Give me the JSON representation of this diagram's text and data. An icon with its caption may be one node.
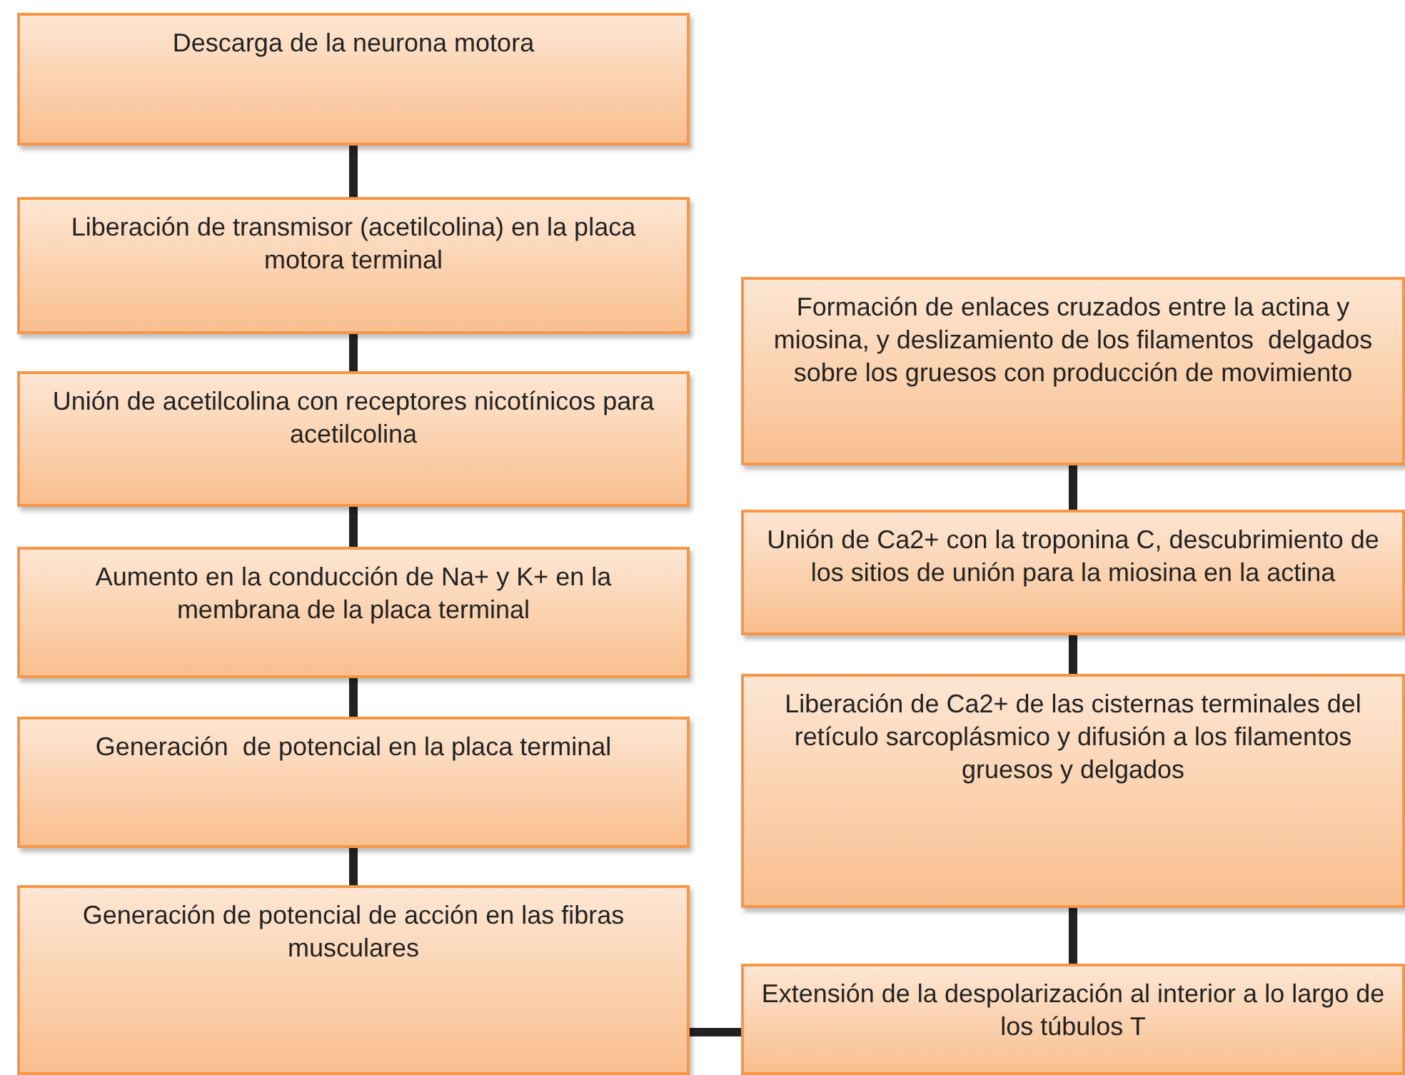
{
  "diagram": {
    "nodes": [
      {
        "text": [
          "Descarga de la neurona motora"
        ]
      },
      {
        "text": [
          "Liberación de transmisor (acetilcolina) en la placa motora terminal"
        ]
      },
      {
        "text": [
          "Unión de acetilcolina con receptores nicotínicos para acetilcolina"
        ]
      },
      {
        "text": [
          "Aumento en la conducción de Na+ y K+ en la membrana de la placa terminal"
        ]
      },
      {
        "text": [
          "Generación  de potencial en la placa terminal"
        ]
      },
      {
        "text": [
          "Generación de potencial de acción en las fibras musculares"
        ]
      },
      {
        "text": [
          "Formación de enlaces cruzados entre la actina y miosina, y deslizamiento de los filamentos  delgados sobre los gruesos con producción de movimiento"
        ]
      },
      {
        "text": [
          "Unión de Ca2+ con la troponina C, descubrimiento de los sitios de unión para la miosina en la actina"
        ]
      },
      {
        "text": [
          "Liberación de Ca2+ de las cisternas terminales del retículo sarcoplásmico y difusión a los filamentos gruesos y delgados"
        ]
      },
      {
        "text": [
          "Extensión de la despolarización al interior a lo largo de los túbulos T"
        ]
      }
    ],
    "edges": [
      {
        "from": 0,
        "to": 1,
        "arrow": "none"
      },
      {
        "from": 1,
        "to": 2,
        "arrow": "none"
      },
      {
        "from": 2,
        "to": 3,
        "arrow": "none"
      },
      {
        "from": 3,
        "to": 4,
        "arrow": "none"
      },
      {
        "from": 4,
        "to": 5,
        "arrow": "none"
      },
      {
        "from": 5,
        "to": 9,
        "arrow": "none"
      },
      {
        "from": 9,
        "to": 8,
        "arrow": "none"
      },
      {
        "from": 8,
        "to": 7,
        "arrow": "none"
      },
      {
        "from": 7,
        "to": 6,
        "arrow": "none"
      }
    ]
  }
}
